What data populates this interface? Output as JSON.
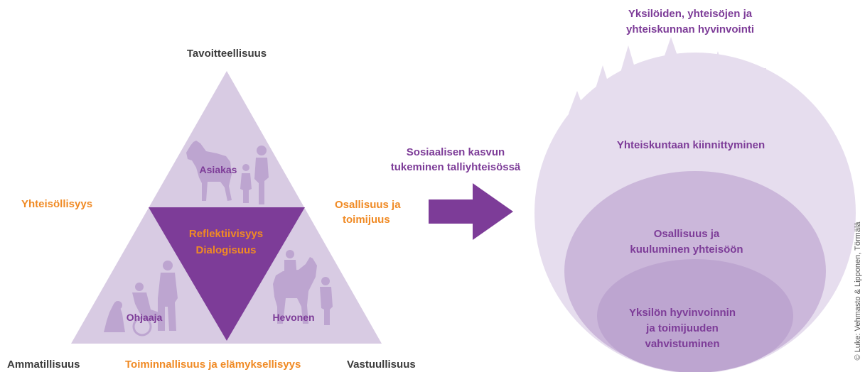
{
  "triangle": {
    "top_label": "Tavoitteellisuus",
    "left_label": "Yhteisöllisyys",
    "right_label_lines": [
      "Osallisuus ja",
      "toimijuus"
    ],
    "bottom_left_label": "Ammatillisuus",
    "bottom_center_label": "Toiminnallisuus ja elämyksellisyys",
    "bottom_right_label": "Vastuullisuus",
    "center_lines": [
      "Reflektiivisyys",
      "Dialogisuus"
    ],
    "corners": {
      "top": "Asiakas",
      "bottom_left": "Ohjaaja",
      "bottom_right": "Hevonen"
    }
  },
  "arrow": {
    "label_lines": [
      "Sosiaalisen kasvun",
      "tukeminen talliyhteisössä"
    ]
  },
  "circles": {
    "title_lines": [
      "Yksilöiden, yhteisöjen ja",
      "yhteiskunnan hyvinvointi"
    ],
    "outer": "Yhteiskuntaan kiinnittyminen",
    "middle_lines": [
      "Osallisuus ja",
      "kuuluminen yhteisöön"
    ],
    "inner_lines": [
      "Yksilön hyvinvoinnin",
      "ja toimijuuden",
      "vahvistuminen"
    ]
  },
  "credit": "© Luke: Vehmasto & Lipponen, Törmälä",
  "colors": {
    "purple": "#7d3c98",
    "orange": "#f08a24",
    "dark": "#3c3c3c",
    "light_purple": "#d8cbe3",
    "lighter_purple": "#e6ddee",
    "mid_purple": "#cbb7da",
    "inner_purple": "#bda5d0"
  }
}
